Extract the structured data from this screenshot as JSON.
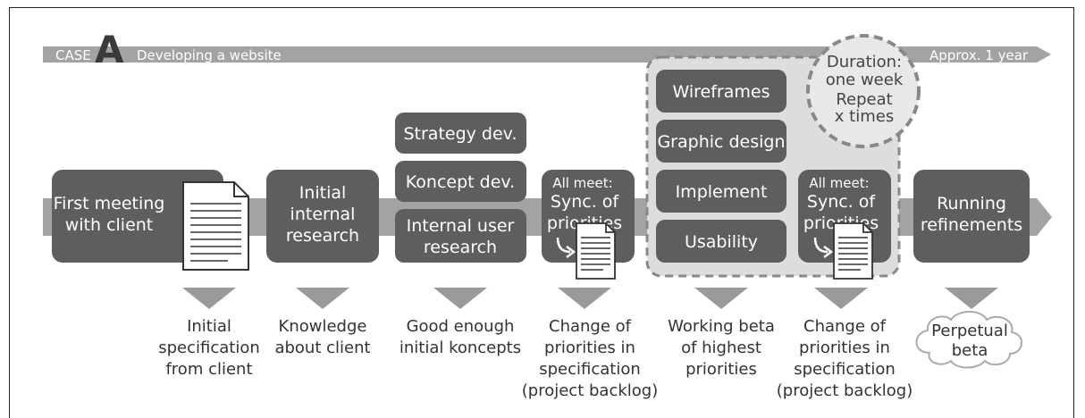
{
  "header": {
    "case_prefix": "CASE",
    "case_letter": "A",
    "title": "Developing a website",
    "duration": "Approx. 1 year"
  },
  "iteration": {
    "duration_lines": [
      "Duration:",
      "one week",
      "Repeat",
      "x times"
    ]
  },
  "phases": [
    {
      "id": "first-meeting",
      "lines": [
        "First meeting",
        "with client"
      ]
    },
    {
      "id": "initial-research",
      "lines": [
        "Initial",
        "internal",
        "research"
      ]
    },
    {
      "id": "strategy",
      "lines": [
        "Strategy dev."
      ]
    },
    {
      "id": "koncept",
      "lines": [
        "Koncept dev."
      ]
    },
    {
      "id": "user-research",
      "lines": [
        "Internal user",
        "research"
      ]
    },
    {
      "id": "sync-1",
      "lines": [
        "All meet:",
        "Sync. of",
        "priorities"
      ]
    },
    {
      "id": "wireframes",
      "lines": [
        "Wireframes"
      ]
    },
    {
      "id": "graphic-design",
      "lines": [
        "Graphic design"
      ]
    },
    {
      "id": "implement",
      "lines": [
        "Implement"
      ]
    },
    {
      "id": "usability",
      "lines": [
        "Usability"
      ]
    },
    {
      "id": "sync-2",
      "lines": [
        "All meet:",
        "Sync. of",
        "priorities"
      ]
    },
    {
      "id": "refinements",
      "lines": [
        "Running",
        "refinements"
      ]
    }
  ],
  "outcomes": [
    {
      "id": "initial-spec",
      "lines": [
        "Initial",
        "specification",
        "from client"
      ]
    },
    {
      "id": "knowledge",
      "lines": [
        "Knowledge",
        "about client"
      ]
    },
    {
      "id": "good-enough",
      "lines": [
        "Good enough",
        "initial koncepts"
      ]
    },
    {
      "id": "change-1",
      "lines": [
        "Change of",
        "priorities in",
        "specification",
        "(project backlog)"
      ]
    },
    {
      "id": "working-beta",
      "lines": [
        "Working beta",
        "of highest",
        "priorities"
      ]
    },
    {
      "id": "change-2",
      "lines": [
        "Change of",
        "priorities in",
        "specification",
        "(project backlog)"
      ]
    },
    {
      "id": "perpetual",
      "lines": [
        "Perpetual",
        "beta"
      ]
    }
  ],
  "colors": {
    "box": "#5e5e5e",
    "band": "#a3a3a3",
    "iteration_bg": "#dddddd",
    "circle_bg": "#e8e8e8"
  }
}
